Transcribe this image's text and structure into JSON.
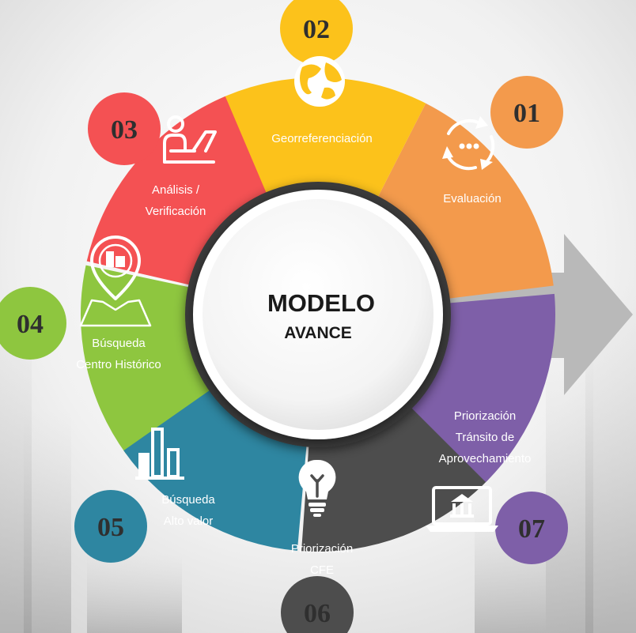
{
  "center": {
    "title": "MODELO",
    "subtitle": "AVANCE"
  },
  "segments": [
    {
      "number": "01",
      "lines": [
        "Evaluación"
      ],
      "color": "#f39a4c",
      "icon": "cycle-arrows-icon"
    },
    {
      "number": "02",
      "lines": [
        "Georreferenciación"
      ],
      "color": "#fcc21b",
      "icon": "globe-icon"
    },
    {
      "number": "03",
      "lines": [
        "Análisis /",
        "Verificación"
      ],
      "color": "#f45153",
      "icon": "person-laptop-icon"
    },
    {
      "number": "04",
      "lines": [
        "Búsqueda",
        "Centro Histórico"
      ],
      "color": "#8ec63f",
      "icon": "map-pin-building-icon"
    },
    {
      "number": "05",
      "lines": [
        "Búsqueda",
        "Alto valor"
      ],
      "color": "#2e86a1",
      "icon": "buildings-icon"
    },
    {
      "number": "06",
      "lines": [
        "Priorización",
        "CFE"
      ],
      "color": "#4d4d4d",
      "icon": "lightbulb-icon"
    },
    {
      "number": "07",
      "lines": [
        "Priorización",
        "Tránsito de",
        "Aprovechamiento"
      ],
      "color": "#7e5fa8",
      "icon": "laptop-bank-icon"
    }
  ],
  "arrow": {
    "color": "#b9b9b9"
  }
}
